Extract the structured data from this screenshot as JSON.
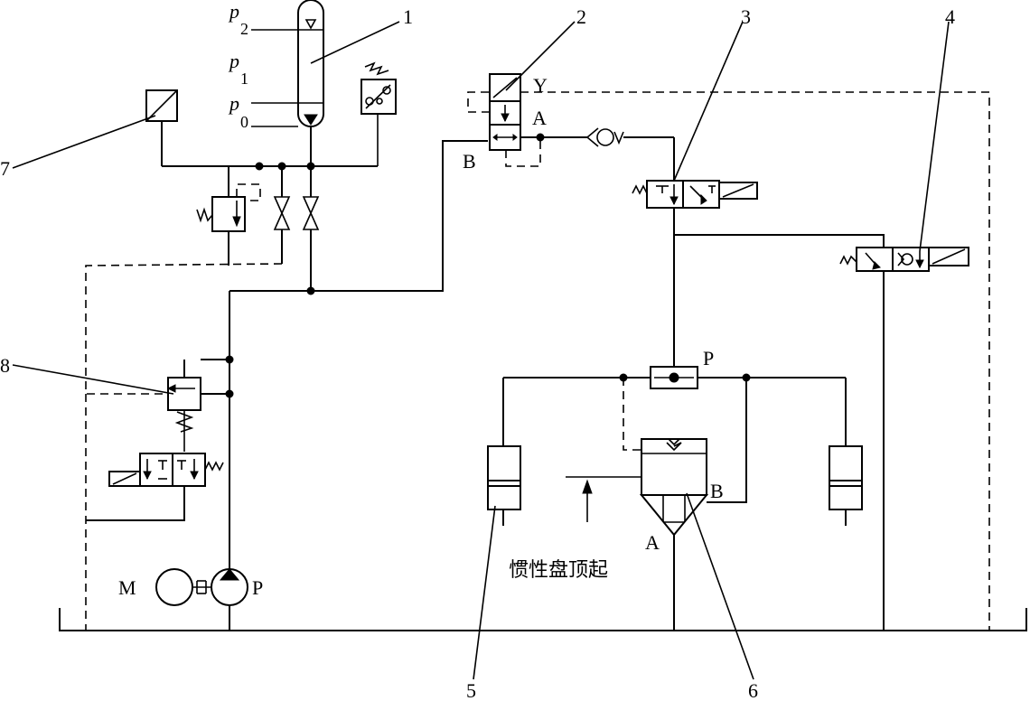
{
  "labels": {
    "p2_base": "p",
    "p2_sub": "2",
    "p1_base": "p",
    "p1_sub": "1",
    "p0_base": "p",
    "p0_sub": "0",
    "y_port": "Y",
    "valve2_a": "A",
    "valve2_b": "B",
    "pump_p": "P",
    "motor_m": "M",
    "shuttle_p": "P",
    "cyl6_b": "B",
    "cyl6_a": "A",
    "caption": "惯性盘顶起"
  },
  "callouts": {
    "n1": "1",
    "n2": "2",
    "n3": "3",
    "n4": "4",
    "n5": "5",
    "n6": "6",
    "n7": "7",
    "n8": "8"
  }
}
